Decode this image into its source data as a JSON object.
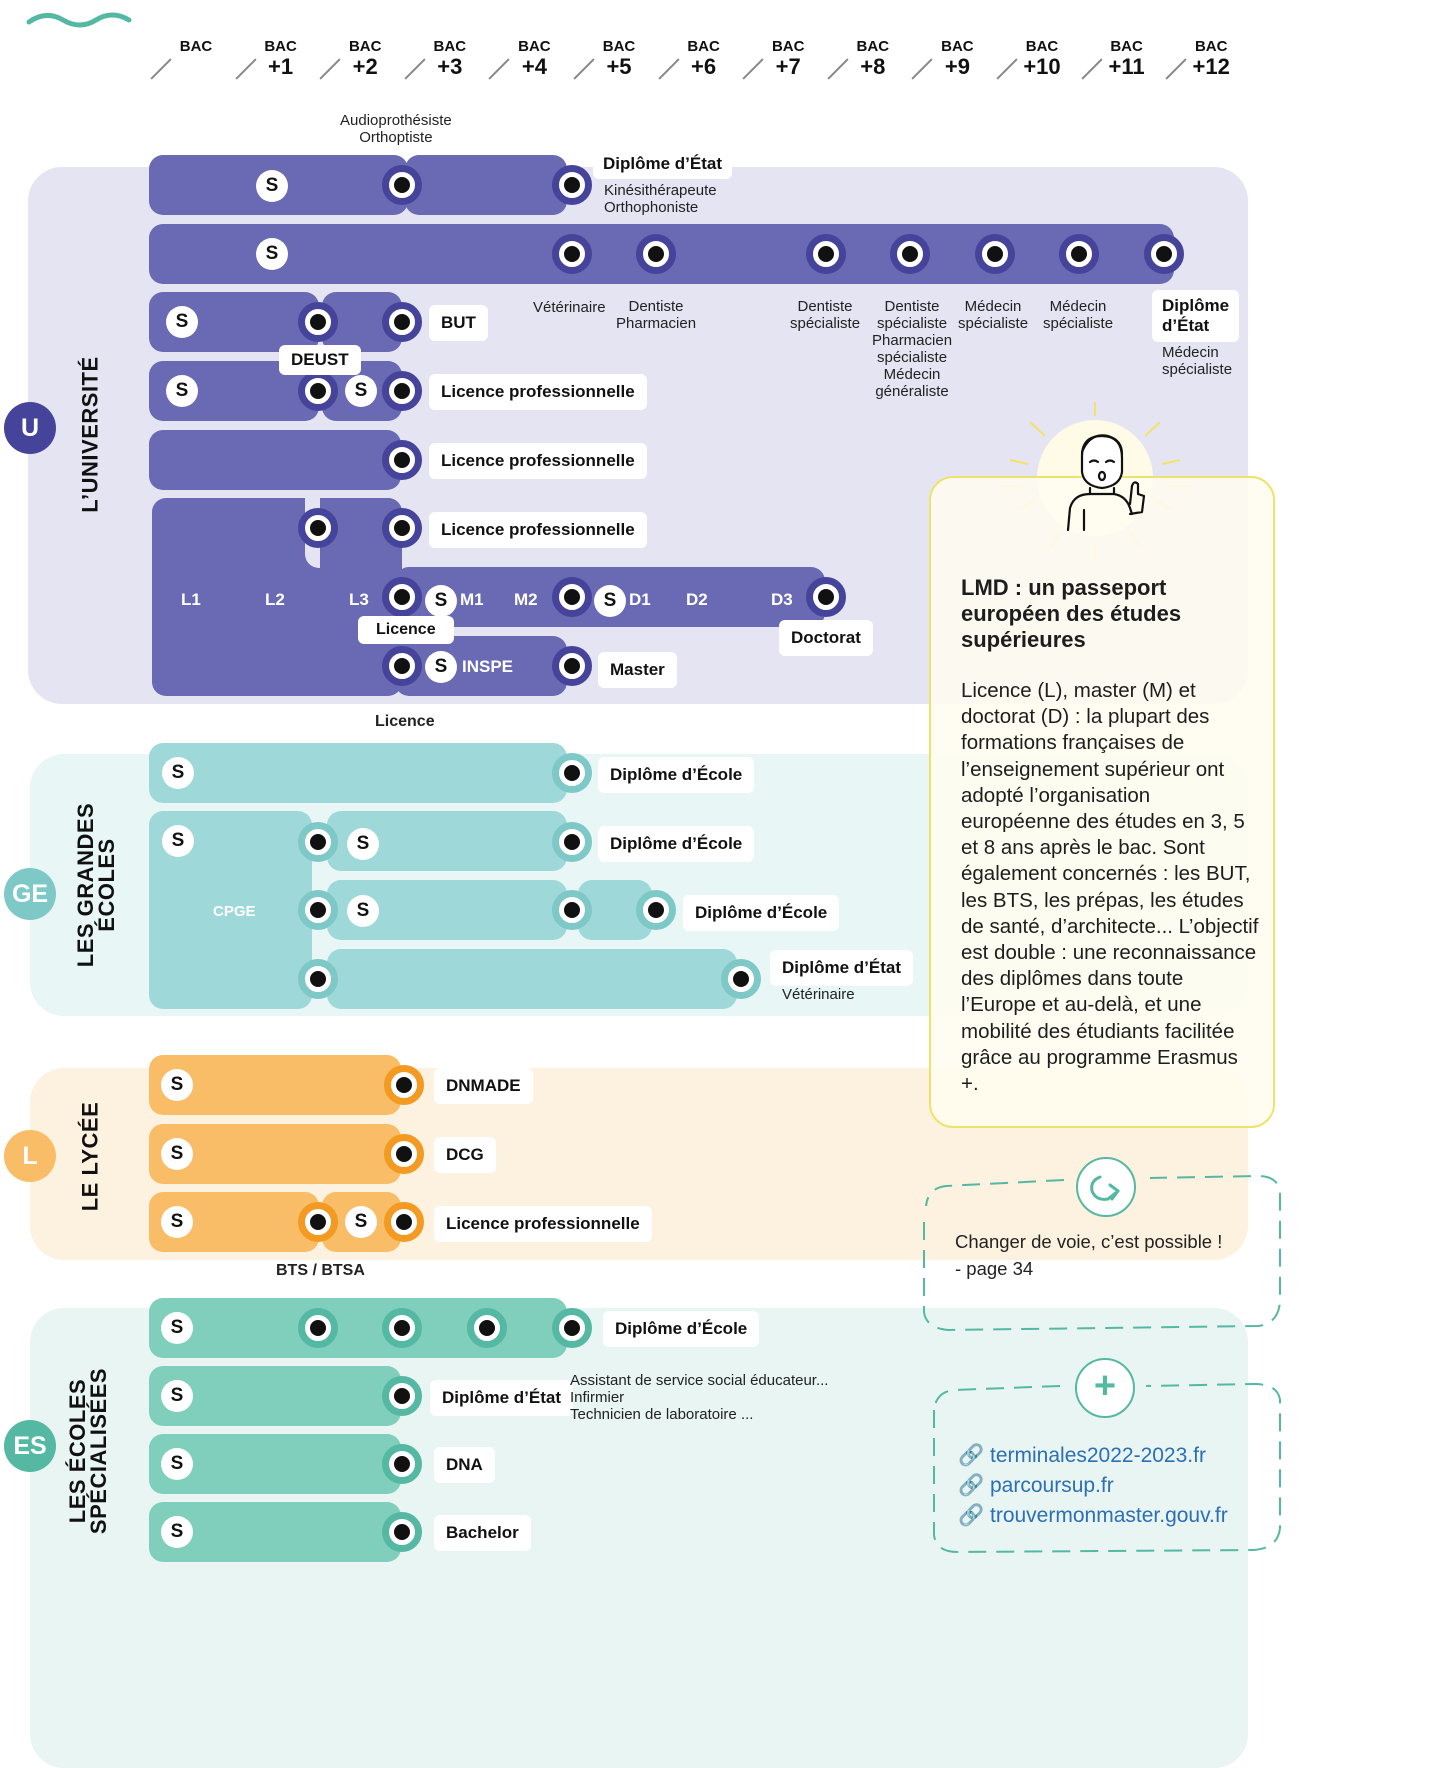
{
  "bac_levels": [
    {
      "a": "BAC",
      "b": ""
    },
    {
      "a": "BAC",
      "b": "+1"
    },
    {
      "a": "BAC",
      "b": "+2"
    },
    {
      "a": "BAC",
      "b": "+3"
    },
    {
      "a": "BAC",
      "b": "+4"
    },
    {
      "a": "BAC",
      "b": "+5"
    },
    {
      "a": "BAC",
      "b": "+6"
    },
    {
      "a": "BAC",
      "b": "+7"
    },
    {
      "a": "BAC",
      "b": "+8"
    },
    {
      "a": "BAC",
      "b": "+9"
    },
    {
      "a": "BAC",
      "b": "+10"
    },
    {
      "a": "BAC",
      "b": "+11"
    },
    {
      "a": "BAC",
      "b": "+12"
    }
  ],
  "colors": {
    "universite": "#6a69b4",
    "grandes_ecoles": "#9fd8d9",
    "lycee": "#f9bd68",
    "ecoles_specialisees": "#80cfbd"
  },
  "s_mark": "S",
  "univ": {
    "title": "L’UNIVERSITÉ",
    "badge": "U",
    "audio": "Audioprothésiste\nOrthoptiste",
    "diplome_etat_1": "Diplôme d’État",
    "kine": "Kinésithérapeute\nOrthophoniste",
    "veterinaire": "Vétérinaire",
    "dentiste_pharma": "Dentiste\nPharmacien",
    "dentiste_spe": "Dentiste\nspécialiste",
    "complex": "Dentiste\nspécialiste\nPharmacien\nspécialiste\nMédecin\ngénéraliste",
    "medecin_spe_1": "Médecin\nspécialiste",
    "medecin_spe_2": "Médecin\nspécialiste",
    "diplome_etat_2": "Diplôme\nd’État",
    "medecin_spe_3": "Médecin\nspécialiste",
    "but": "BUT",
    "deust": "DEUST",
    "lp1": "Licence professionnelle",
    "lp2": "Licence professionnelle",
    "lp3": "Licence professionnelle",
    "l1": "L1",
    "l2": "L2",
    "l3": "L3",
    "m1": "M1",
    "m2": "M2",
    "d1": "D1",
    "d2": "D2",
    "d3": "D3",
    "licence": "Licence",
    "doctorat": "Doctorat",
    "inspe": "INSPE",
    "master": "Master",
    "licence_below": "Licence"
  },
  "ge": {
    "title_1": "LES GRANDES",
    "title_2": "ÉCOLES",
    "badge": "GE",
    "de1": "Diplôme d’École",
    "de2": "Diplôme d’École",
    "de3": "Diplôme d’École",
    "cpge": "CPGE",
    "detat": "Diplôme d’État",
    "vet": "Vétérinaire"
  },
  "lycee": {
    "title": "LE LYCÉE",
    "badge": "L",
    "dnmade": "DNMADE",
    "dcg": "DCG",
    "lp": "Licence professionnelle",
    "bts": "BTS / BTSA"
  },
  "es": {
    "title_1": "LES  ÉCOLES",
    "title_2": "SPÉCIALISÉES",
    "badge": "ES",
    "de": "Diplôme d’École",
    "detat": "Diplôme d’État",
    "jobs": "Assistant de service social éducateur...\nInfirmier\nTechnicien de laboratoire ...",
    "dna": "DNA",
    "bachelor": "Bachelor"
  },
  "lmd": {
    "title": "LMD : un passeport européen des études supérieures",
    "body": "Licence (L), master (M) et doctorat (D) : la plupart des formations françaises de l’enseignement supérieur ont adopté l’organisation européenne des études en 3, 5 et 8 ans après le bac. Sont également concernés : les BUT, les BTS, les prépas, les études de santé, d’architecte... L’objectif est double : une reconnaissance des diplômes dans toute l’Europe et au-delà, et une mobilité des étudiants facilitée grâce au programme Erasmus +."
  },
  "change": {
    "text": "Changer de voie, c’est possible !\n- page 34"
  },
  "links": [
    "terminales2022-2023.fr",
    "parcoursup.fr",
    "trouvermonmaster.gouv.fr"
  ]
}
